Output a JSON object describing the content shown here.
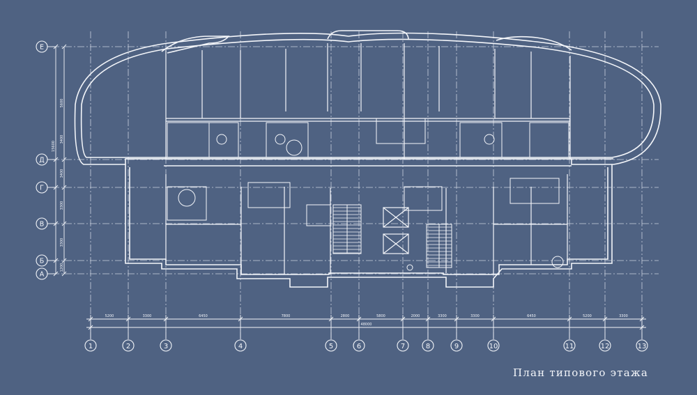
{
  "title": "План типового этажа",
  "axes_horizontal": [
    "1",
    "2",
    "3",
    "4",
    "5",
    "6",
    "7",
    "8",
    "9",
    "10",
    "11",
    "12",
    "13"
  ],
  "axes_vertical": [
    "Е",
    "Д",
    "Г",
    "В",
    "Б",
    "А"
  ],
  "dimensions_horizontal": [
    "5200",
    "3300",
    "6450",
    "7800",
    "2800",
    "5800",
    "2000",
    "3300",
    "3300",
    "6450",
    "5200",
    "3300"
  ],
  "dimension_total": "48000",
  "dimensions_vertical": [
    "5600",
    "3400",
    "15600",
    "3400",
    "3300",
    "3300",
    "1200"
  ],
  "colors": {
    "background": "#4f6282",
    "lines": "#f4f6fa"
  }
}
